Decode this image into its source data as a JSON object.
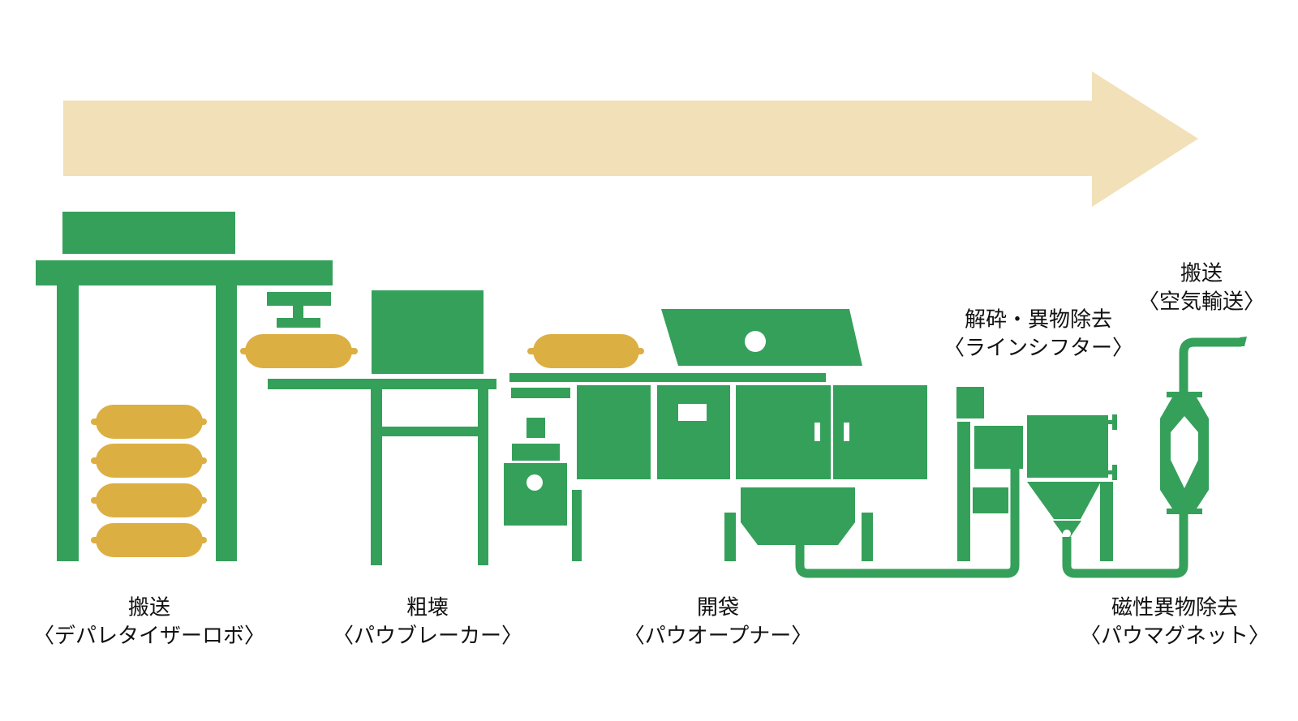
{
  "colors": {
    "machine": "#35a05a",
    "bag": "#dcaf43",
    "flow_arrow": "#f1e0b8"
  },
  "stages": [
    {
      "title": "搬送",
      "subtitle": "〈デパレタイザーロボ〉"
    },
    {
      "title": "粗壊",
      "subtitle": "〈パウブレーカー〉"
    },
    {
      "title": "開袋",
      "subtitle": "〈パウオープナー〉"
    },
    {
      "title": "解砕・異物除去",
      "subtitle": "〈ラインシフター〉"
    },
    {
      "title": "搬送",
      "subtitle": "〈空気輸送〉"
    },
    {
      "title": "磁性異物除去",
      "subtitle": "〈パウマグネット〉"
    }
  ]
}
